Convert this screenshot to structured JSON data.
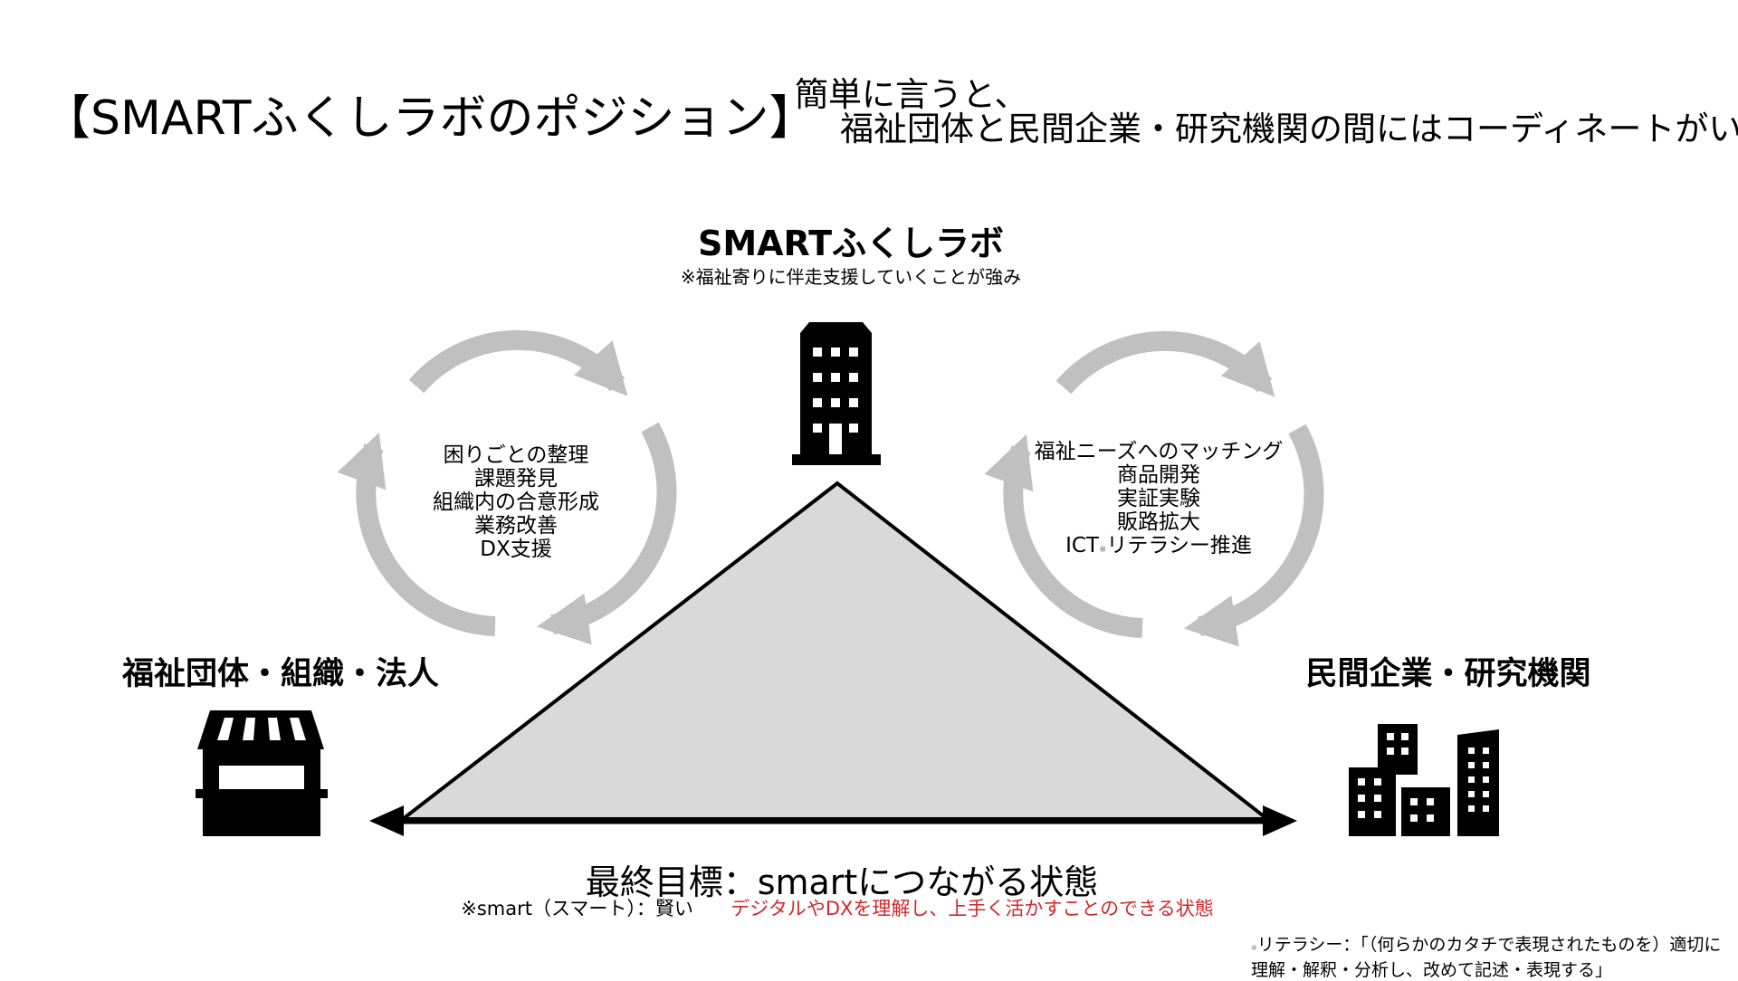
{
  "header": {
    "title": "【SMARTふくしラボのポジション】",
    "summary_line1": "簡単に言うと、",
    "summary_line2": "福祉団体と民間企業・研究機関の間にはコーディネートがいる"
  },
  "center": {
    "title": "SMARTふくしラボ",
    "note": "※福祉寄りに伴走支援していくことが強み"
  },
  "left": {
    "title": "福祉団体・組織・法人",
    "items": [
      "困りごとの整理",
      "課題発見",
      "組織内の合意形成",
      "業務改善",
      "DX支援"
    ]
  },
  "right": {
    "title": "民間企業・研究機関",
    "items": [
      "福祉ニーズへのマッチング",
      "商品開発",
      "実証実験",
      "販路拡大"
    ],
    "item_ict_prefix": "ICT",
    "item_ict_mark": "※",
    "item_ict_suffix": "リテラシー推進"
  },
  "goal": {
    "title": "最終目標：smartにつながる状態",
    "note_prefix": "※smart（スマート）：賢い",
    "note_red": "デジタルやDXを理解し、上手く活かすことのできる状態"
  },
  "footnote": {
    "mark": "※",
    "line1": "リテラシー：「（何らかのカタチで表現されたものを）適切に",
    "line2": "理解・解釈・分析し、改めて記述・表現する」"
  },
  "icons": {
    "center": "office-building-icon",
    "left": "storefront-icon",
    "right": "city-buildings-icon",
    "cycles": "circular-arrows-icon"
  },
  "colors": {
    "triangle_fill": "#d9d9d9",
    "cycle_arrows": "#c0c0c0",
    "accent_red": "#d0282c",
    "ink": "#000000"
  }
}
